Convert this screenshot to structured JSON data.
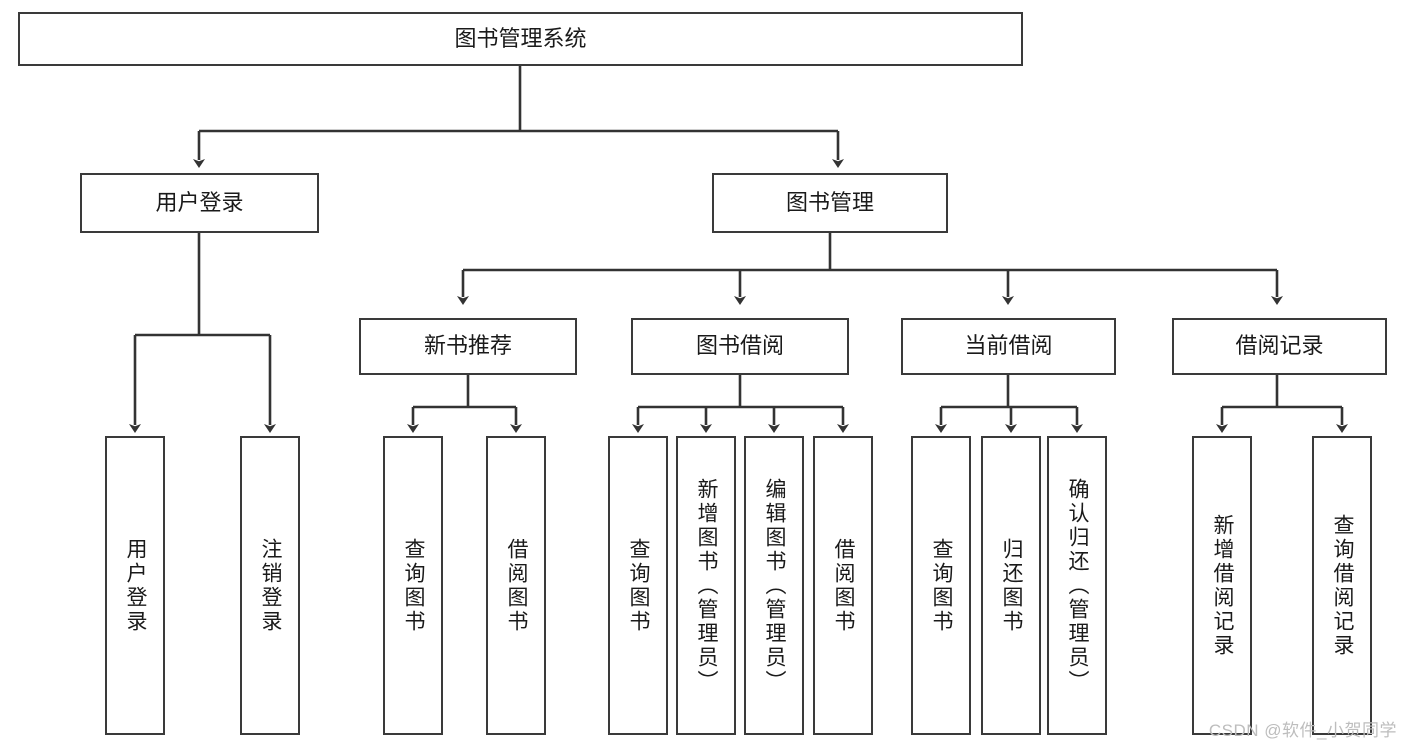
{
  "diagram": {
    "type": "tree",
    "title": "图书管理系统",
    "orientation": "top-down",
    "leaf_text_direction": "vertical",
    "colors": {
      "box_border": "#3a3a3a",
      "box_fill": "#ffffff",
      "edge": "#333333",
      "text": "#1a1a1a",
      "watermark": "#bdbdbd",
      "background": "#ffffff"
    },
    "nodes": {
      "root": {
        "label": "图书管理系统"
      },
      "level2": [
        {
          "id": "user-login",
          "label": "用户登录"
        },
        {
          "id": "book-manage",
          "label": "图书管理"
        }
      ],
      "level3": [
        {
          "id": "new-book-recommend",
          "label": "新书推荐"
        },
        {
          "id": "book-borrow",
          "label": "图书借阅"
        },
        {
          "id": "current-borrow",
          "label": "当前借阅"
        },
        {
          "id": "borrow-record",
          "label": "借阅记录"
        }
      ],
      "leaves": {
        "user-login": [
          {
            "id": "leaf-user-login",
            "label": "用户登录"
          },
          {
            "id": "leaf-logout",
            "label": "注销登录"
          }
        ],
        "new-book-recommend": [
          {
            "id": "leaf-query-book-1",
            "label": "查询图书"
          },
          {
            "id": "leaf-borrow-book-1",
            "label": "借阅图书"
          }
        ],
        "book-borrow": [
          {
            "id": "leaf-query-book-2",
            "label": "查询图书"
          },
          {
            "id": "leaf-add-book",
            "label": "新增图书（管理员）"
          },
          {
            "id": "leaf-edit-book",
            "label": "编辑图书（管理员）"
          },
          {
            "id": "leaf-borrow-book-2",
            "label": "借阅图书"
          }
        ],
        "current-borrow": [
          {
            "id": "leaf-query-book-3",
            "label": "查询图书"
          },
          {
            "id": "leaf-return-book",
            "label": "归还图书"
          },
          {
            "id": "leaf-confirm-return",
            "label": "确认归还（管理员）"
          }
        ],
        "borrow-record": [
          {
            "id": "leaf-add-record",
            "label": "新增借阅记录"
          },
          {
            "id": "leaf-query-record",
            "label": "查询借阅记录"
          }
        ]
      }
    }
  },
  "watermark": {
    "text": "CSDN @软件_小贺同学"
  }
}
